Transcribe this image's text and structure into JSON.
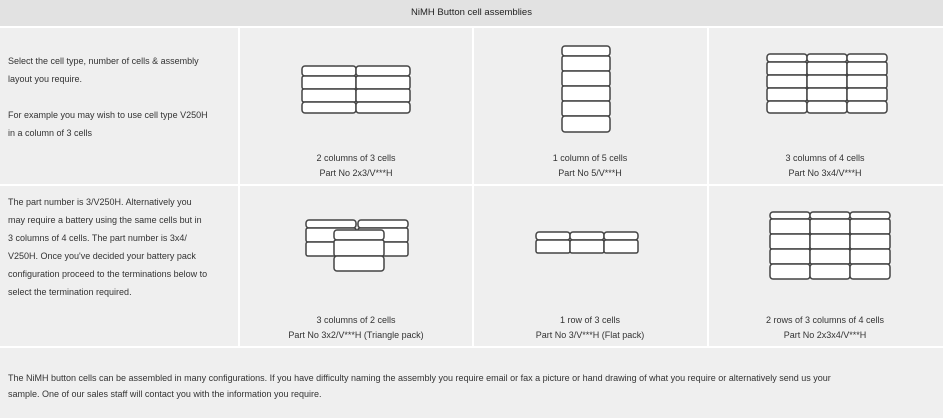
{
  "title": "NiMH Button cell assemblies",
  "intro": {
    "para1_line1": "Select the cell type, number of cells & assembly",
    "para1_line2": "layout you require.",
    "para2_line1": "For example you may wish to use cell type V250H",
    "para2_line2": "in a column of 3 cells"
  },
  "detail": {
    "line1": "The part number is 3/V250H. Alternatively you",
    "line2": "may require a battery using the same cells but in",
    "line3": "3 columns of 4 cells. The part number is 3x4/",
    "line4": "V250H. Once you've decided your battery pack",
    "line5": "configuration proceed to the terminations below to",
    "line6": "select the termination required."
  },
  "assemblies": [
    {
      "name": "2 columns of 3 cells",
      "part": "Part No 2x3/V***H",
      "icon": "battery-2x3-icon"
    },
    {
      "name": "1 column of 5 cells",
      "part": "Part No 5/V***H",
      "icon": "battery-1x5-icon"
    },
    {
      "name": "3 columns of 4 cells",
      "part": "Part No 3x4/V***H",
      "icon": "battery-3x4-icon"
    },
    {
      "name": "3 columns of 2 cells",
      "part": "Part No 3x2/V***H (Triangle pack)",
      "icon": "battery-triangle-pack-icon"
    },
    {
      "name": "1 row of 3 cells",
      "part": "Part No 3/V***H (Flat pack)",
      "icon": "battery-flat-pack-icon"
    },
    {
      "name": "2 rows of 3 columns of 4 cells",
      "part": "Part No 2x3x4/V***H",
      "icon": "battery-2x3x4-icon"
    }
  ],
  "footer": {
    "line1": "The NiMH button cells can be assembled in many configurations. If you have difficulty naming the assembly you require email or fax a picture or hand drawing of what you require or alternatively send us your",
    "line2": "sample. One of our sales staff will contact you with the information you require."
  },
  "colors": {
    "header_bg": "#e2e2e2",
    "cell_bg": "#efefef",
    "border": "#ffffff",
    "stroke": "#444444"
  }
}
